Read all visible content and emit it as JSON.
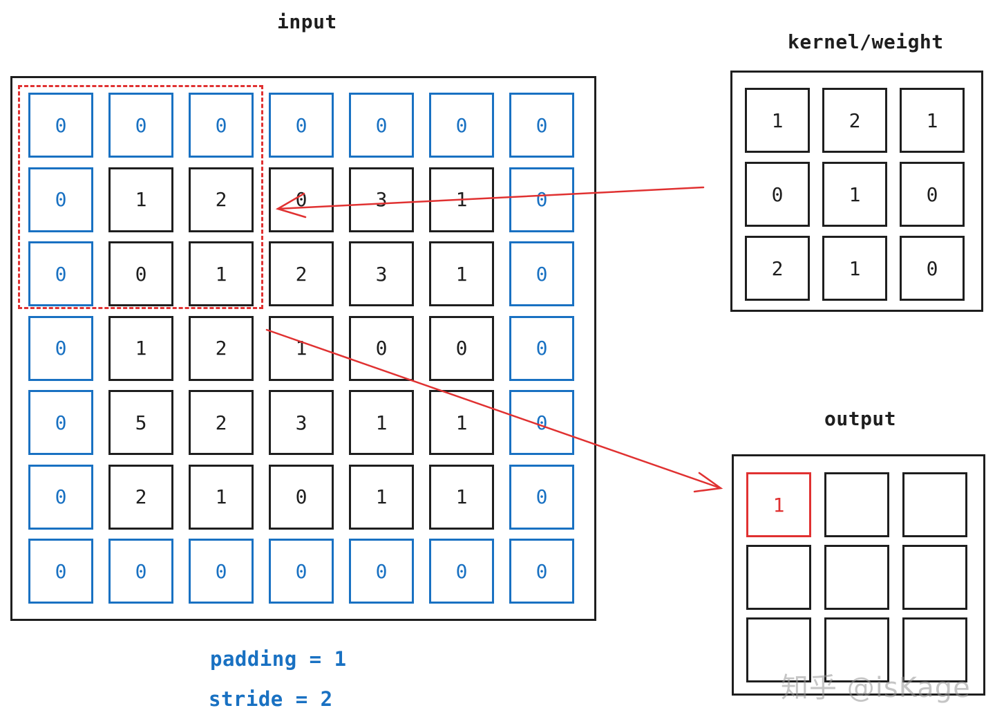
{
  "labels": {
    "input": "input",
    "kernel": "kernel/weight",
    "output": "output",
    "padding": "padding = 1",
    "stride": "stride = 2"
  },
  "input_grid": [
    [
      "0",
      "0",
      "0",
      "0",
      "0",
      "0",
      "0"
    ],
    [
      "0",
      "1",
      "2",
      "0",
      "3",
      "1",
      "0"
    ],
    [
      "0",
      "0",
      "1",
      "2",
      "3",
      "1",
      "0"
    ],
    [
      "0",
      "1",
      "2",
      "1",
      "0",
      "0",
      "0"
    ],
    [
      "0",
      "5",
      "2",
      "3",
      "1",
      "1",
      "0"
    ],
    [
      "0",
      "2",
      "1",
      "0",
      "1",
      "1",
      "0"
    ],
    [
      "0",
      "0",
      "0",
      "0",
      "0",
      "0",
      "0"
    ]
  ],
  "kernel_grid": [
    [
      "1",
      "2",
      "1"
    ],
    [
      "0",
      "1",
      "0"
    ],
    [
      "2",
      "1",
      "0"
    ]
  ],
  "output_grid": [
    [
      "1",
      "",
      ""
    ],
    [
      "",
      "",
      ""
    ],
    [
      "",
      "",
      ""
    ]
  ],
  "watermark": "知乎 @isKage",
  "colors": {
    "padding": "#1971c2",
    "highlight": "#e03131",
    "stroke": "#1e1e1e"
  }
}
